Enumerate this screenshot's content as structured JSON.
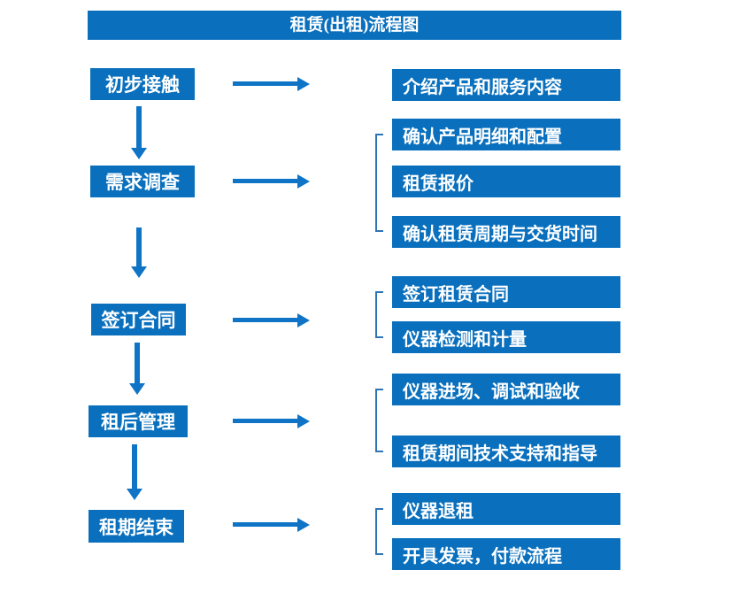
{
  "title": "租赁(出租)流程图",
  "steps": [
    {
      "label": "初步接触",
      "details": [
        "介绍产品和服务内容"
      ]
    },
    {
      "label": "需求调查",
      "details": [
        "确认产品明细和配置",
        "租赁报价",
        "确认租赁周期与交货时间"
      ]
    },
    {
      "label": "签订合同",
      "details": [
        "签订租赁合同",
        "仪器检测和计量"
      ]
    },
    {
      "label": "租后管理",
      "details": [
        "仪器进场、调试和验收",
        "租赁期间技术支持和指导"
      ]
    },
    {
      "label": "租期结束",
      "details": [
        "仪器退租",
        "开具发票，付款流程"
      ]
    }
  ],
  "colors": {
    "box_blue": "#0a70bd",
    "arrow_blue": "#0f74c6",
    "bracket_blue": "#2e75b6",
    "text_white": "#ffffff",
    "background": "#ffffff"
  }
}
